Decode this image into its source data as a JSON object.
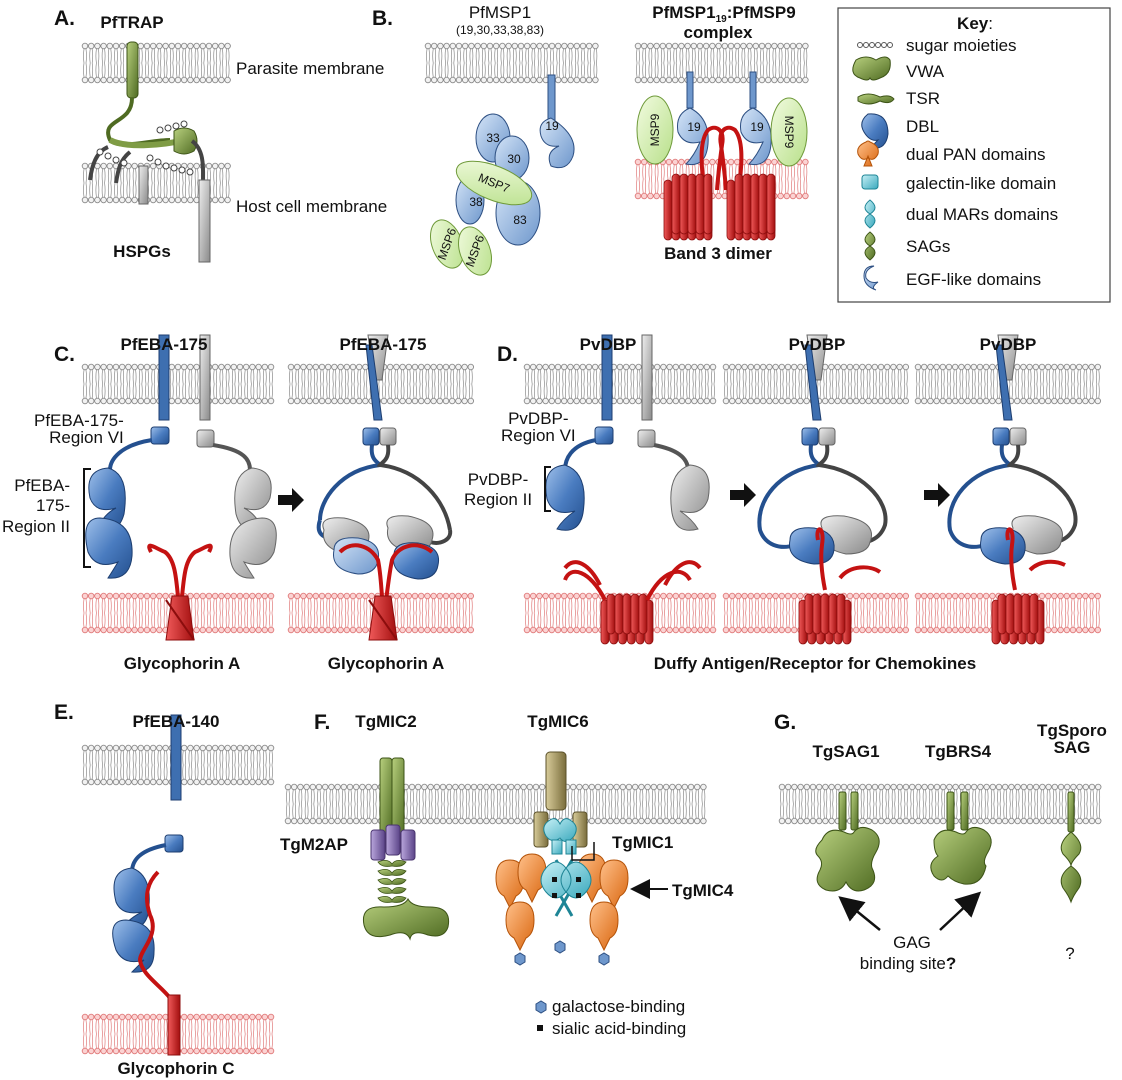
{
  "panels": {
    "a": {
      "letter": "A.",
      "title": "PfTRAP",
      "parasite_membrane": "Parasite membrane",
      "host_membrane": "Host cell membrane",
      "hspg": "HSPGs"
    },
    "b": {
      "letter": "B.",
      "title": "PfMSP1",
      "title_sub": "(19,30,33,38,83)",
      "complex_1": "PfMSP1",
      "complex_sub": "19",
      "complex_2": ":PfMSP9",
      "complex_3": "complex",
      "band3": "Band 3 dimer",
      "d33": "33",
      "d30": "30",
      "d38": "38",
      "d83": "83",
      "d19": "19",
      "msp7": "MSP7",
      "msp6a": "MSP6",
      "msp6b": "MSP6",
      "msp9a": "MSP9",
      "msp9b": "MSP9",
      "c19a": "19",
      "c19b": "19"
    },
    "c": {
      "letter": "C.",
      "title1": "PfEBA-175",
      "title2": "PfEBA-175",
      "region6_1": "PfEBA-175-",
      "region6_2": "Region VI",
      "region2_1": "PfEBA-",
      "region2_2": "175-",
      "region2_3": "Region II",
      "glyco1": "Glycophorin A",
      "glyco2": "Glycophorin A"
    },
    "d": {
      "letter": "D.",
      "title1": "PvDBP",
      "title2": "PvDBP",
      "title3": "PvDBP",
      "region6_1": "PvDBP-",
      "region6_2": "Region VI",
      "region2_1": "PvDBP-",
      "region2_2": "Region II",
      "duffy": "Duffy Antigen/Receptor for Chemokines"
    },
    "e": {
      "letter": "E.",
      "title": "PfEBA-140",
      "glyco": "Glycophorin C"
    },
    "f": {
      "letter": "F.",
      "mic2": "TgMIC2",
      "mic6": "TgMIC6",
      "m2ap": "TgM2AP",
      "mic1": "TgMIC1",
      "mic4": "TgMIC4",
      "legend_gal": "galactose-binding",
      "legend_sia": "sialic acid-binding"
    },
    "g": {
      "letter": "G.",
      "sag1": "TgSAG1",
      "brs4": "TgBRS4",
      "sporo1": "TgSporo",
      "sporo2": "SAG",
      "gag1": "GAG",
      "gag2": "binding site",
      "gag_q": "?",
      "q": "?"
    }
  },
  "key": {
    "title": "Key",
    "colon": ":",
    "items": [
      {
        "label": "sugar moieties",
        "icon": "sugar-chain-icon"
      },
      {
        "label": "VWA",
        "icon": "vwa-domain-icon"
      },
      {
        "label": "TSR",
        "icon": "tsr-domain-icon"
      },
      {
        "label": "DBL",
        "icon": "dbl-domain-icon"
      },
      {
        "label": "dual PAN domains",
        "icon": "pan-domain-icon"
      },
      {
        "label": "galectin-like domain",
        "icon": "galectin-domain-icon"
      },
      {
        "label": "dual MARs domains",
        "icon": "mar-domain-icon"
      },
      {
        "label": "SAGs",
        "icon": "sag-domain-icon"
      },
      {
        "label": "EGF-like domains",
        "icon": "egf-domain-icon"
      }
    ]
  },
  "colors": {
    "parasite_membrane": "#9a9a9a",
    "host_membrane": "#f08a8a",
    "receptor": "#d11f1f",
    "dbl_blue": "#3e6fb0",
    "grey": "#b5b5b5",
    "vwa_green": "#6f8f3a",
    "msp_green": "#d5efaa",
    "pan_orange": "#ee7f1f",
    "mar_cyan": "#5fc7d7",
    "mic6_olive": "#9a8a55",
    "m2ap_purple": "#7e66a8"
  }
}
